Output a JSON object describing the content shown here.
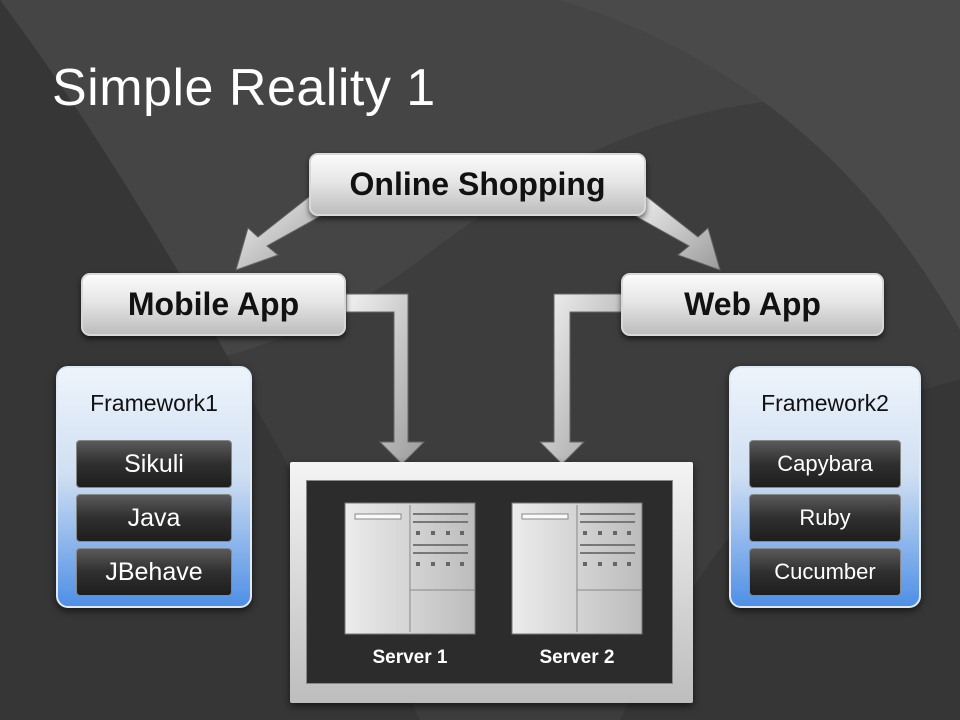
{
  "slide": {
    "title": "Simple Reality 1"
  },
  "nodes": {
    "online_shopping": "Online Shopping",
    "mobile_app": "Mobile App",
    "web_app": "Web App"
  },
  "framework1": {
    "title": "Framework1",
    "items": [
      "Sikuli",
      "Java",
      "JBehave"
    ]
  },
  "framework2": {
    "title": "Framework2",
    "items": [
      "Capybara",
      "Ruby",
      "Cucumber"
    ]
  },
  "servers": {
    "labels": [
      "Server 1",
      "Server 2"
    ]
  },
  "colors": {
    "background": "#3a3a3a",
    "framework_blue": "#4f8fe6",
    "pill_gray": "#e6e6e6"
  }
}
